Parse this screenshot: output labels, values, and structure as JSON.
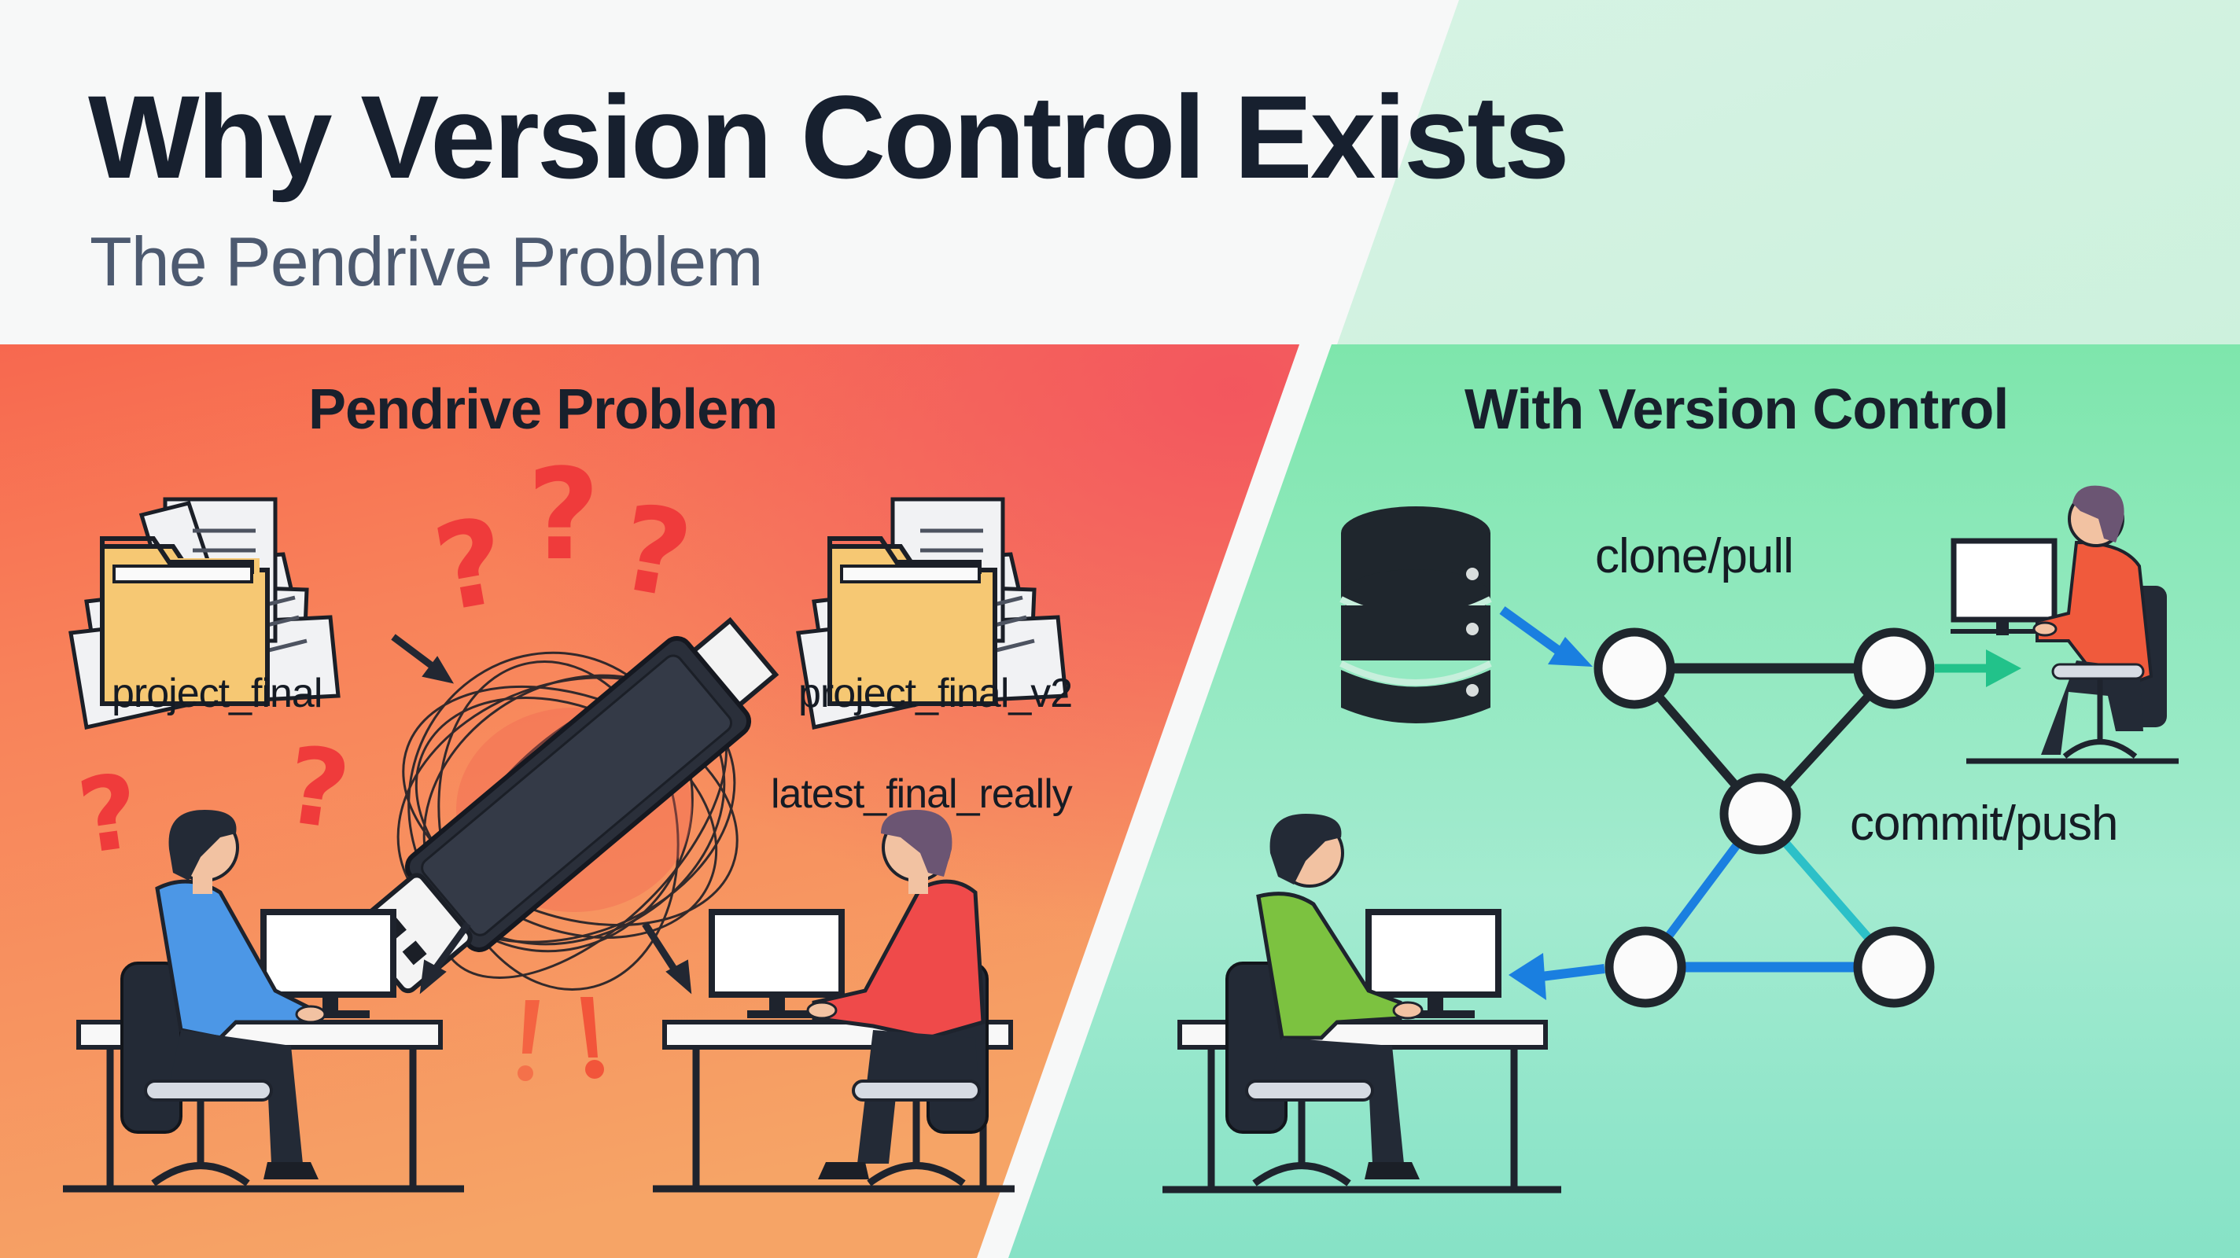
{
  "header": {
    "title": "Why Version Control Exists",
    "subtitle": "The Pendrive Problem"
  },
  "left_panel": {
    "title": "Pendrive Problem",
    "files": [
      {
        "label": "project_final",
        "icon": "folder-with-papers-icon"
      },
      {
        "label": "project_final_v2",
        "icon": "folder-with-papers-icon"
      },
      {
        "label": "latest_final_really",
        "icon": "none"
      }
    ],
    "center_icon": "usb-pendrive-icon",
    "symbols": [
      "?",
      "?",
      "?",
      "?",
      "?",
      "!",
      "!"
    ],
    "people": [
      {
        "shirt_color": "#4a90e2"
      },
      {
        "shirt_color": "#ef4444"
      }
    ],
    "colors": {
      "top": "#f45c5c",
      "bottom": "#f6a266"
    }
  },
  "right_panel": {
    "title": "With Version Control",
    "labels": {
      "clone_pull": "clone/pull",
      "commit_push": "commit/push"
    },
    "repository_icon": "database-server-icon",
    "people": [
      {
        "shirt_color": "#f05a3c"
      },
      {
        "shirt_color": "#7cc240"
      }
    ],
    "colors": {
      "top": "#7fe5ad",
      "bottom": "#8fe3c8",
      "arrow_blue": "#1a7fe0",
      "arrow_green": "#22c28a",
      "edge_teal": "#2cc0c8"
    }
  }
}
